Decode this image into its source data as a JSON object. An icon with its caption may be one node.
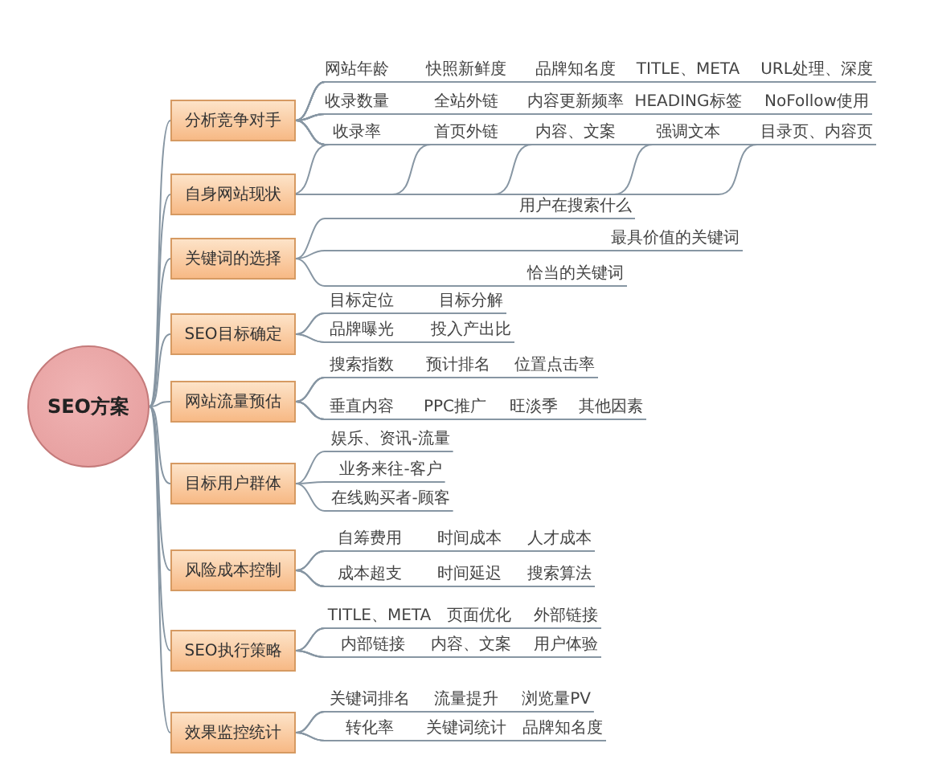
{
  "diagram": {
    "nodes": [
      {
        "text": [
          "SEO方案"
        ]
      },
      {
        "text": [
          "分析竞争对手"
        ]
      },
      {
        "text": [
          "网站年龄"
        ]
      },
      {
        "text": [
          "快照新鲜度"
        ]
      },
      {
        "text": [
          "品牌知名度"
        ]
      },
      {
        "text": [
          "TITLE、META"
        ]
      },
      {
        "text": [
          "URL处理、深度"
        ]
      },
      {
        "text": [
          "收录数量"
        ]
      },
      {
        "text": [
          "全站外链"
        ]
      },
      {
        "text": [
          "内容更新频率"
        ]
      },
      {
        "text": [
          "HEADING标签"
        ]
      },
      {
        "text": [
          "NoFollow使用"
        ]
      },
      {
        "text": [
          "收录率"
        ]
      },
      {
        "text": [
          "首页外链"
        ]
      },
      {
        "text": [
          "内容、文案"
        ]
      },
      {
        "text": [
          "强调文本"
        ]
      },
      {
        "text": [
          "目录页、内容页"
        ]
      },
      {
        "text": [
          "自身网站现状"
        ]
      },
      {
        "text": [
          "关键词的选择"
        ]
      },
      {
        "text": [
          "用户在搜索什么"
        ]
      },
      {
        "text": [
          "最具价值的关键词"
        ]
      },
      {
        "text": [
          "恰当的关键词"
        ]
      },
      {
        "text": [
          "SEO目标确定"
        ]
      },
      {
        "text": [
          "目标定位"
        ]
      },
      {
        "text": [
          "目标分解"
        ]
      },
      {
        "text": [
          "品牌曝光"
        ]
      },
      {
        "text": [
          "投入产出比"
        ]
      },
      {
        "text": [
          "网站流量预估"
        ]
      },
      {
        "text": [
          "搜索指数"
        ]
      },
      {
        "text": [
          "预计排名"
        ]
      },
      {
        "text": [
          "位置点击率"
        ]
      },
      {
        "text": [
          "垂直内容"
        ]
      },
      {
        "text": [
          "PPC推广"
        ]
      },
      {
        "text": [
          "旺淡季"
        ]
      },
      {
        "text": [
          "其他因素"
        ]
      },
      {
        "text": [
          "目标用户群体"
        ]
      },
      {
        "text": [
          "娱乐、资讯-流量"
        ]
      },
      {
        "text": [
          "业务来往-客户"
        ]
      },
      {
        "text": [
          "在线购买者-顾客"
        ]
      },
      {
        "text": [
          "风险成本控制"
        ]
      },
      {
        "text": [
          "自筹费用"
        ]
      },
      {
        "text": [
          "时间成本"
        ]
      },
      {
        "text": [
          "人才成本"
        ]
      },
      {
        "text": [
          "成本超支"
        ]
      },
      {
        "text": [
          "时间延迟"
        ]
      },
      {
        "text": [
          "搜索算法"
        ]
      },
      {
        "text": [
          "SEO执行策略"
        ]
      },
      {
        "text": [
          "TITLE、META"
        ]
      },
      {
        "text": [
          "页面优化"
        ]
      },
      {
        "text": [
          "外部链接"
        ]
      },
      {
        "text": [
          "内部链接"
        ]
      },
      {
        "text": [
          "内容、文案"
        ]
      },
      {
        "text": [
          "用户体验"
        ]
      },
      {
        "text": [
          "效果监控统计"
        ]
      },
      {
        "text": [
          "关键词排名"
        ]
      },
      {
        "text": [
          "流量提升"
        ]
      },
      {
        "text": [
          "浏览量PV"
        ]
      },
      {
        "text": [
          "转化率"
        ]
      },
      {
        "text": [
          "关键词统计"
        ]
      },
      {
        "text": [
          "品牌知名度"
        ]
      }
    ],
    "edges": [
      {
        "from": 0,
        "to": 1,
        "arrow": "none"
      },
      {
        "from": 0,
        "to": 17,
        "arrow": "none"
      },
      {
        "from": 0,
        "to": 18,
        "arrow": "none"
      },
      {
        "from": 0,
        "to": 22,
        "arrow": "none"
      },
      {
        "from": 0,
        "to": 27,
        "arrow": "none"
      },
      {
        "from": 0,
        "to": 35,
        "arrow": "none"
      },
      {
        "from": 0,
        "to": 39,
        "arrow": "none"
      },
      {
        "from": 0,
        "to": 46,
        "arrow": "none"
      },
      {
        "from": 0,
        "to": 53,
        "arrow": "none"
      },
      {
        "from": 1,
        "to": 2,
        "arrow": "none"
      },
      {
        "from": 1,
        "to": 3,
        "arrow": "none"
      },
      {
        "from": 1,
        "to": 4,
        "arrow": "none"
      },
      {
        "from": 1,
        "to": 5,
        "arrow": "none"
      },
      {
        "from": 1,
        "to": 6,
        "arrow": "none"
      },
      {
        "from": 1,
        "to": 7,
        "arrow": "none"
      },
      {
        "from": 1,
        "to": 8,
        "arrow": "none"
      },
      {
        "from": 1,
        "to": 9,
        "arrow": "none"
      },
      {
        "from": 1,
        "to": 10,
        "arrow": "none"
      },
      {
        "from": 1,
        "to": 11,
        "arrow": "none"
      },
      {
        "from": 1,
        "to": 12,
        "arrow": "none"
      },
      {
        "from": 1,
        "to": 13,
        "arrow": "none"
      },
      {
        "from": 1,
        "to": 14,
        "arrow": "none"
      },
      {
        "from": 1,
        "to": 15,
        "arrow": "none"
      },
      {
        "from": 1,
        "to": 16,
        "arrow": "none"
      },
      {
        "from": 17,
        "to": 12,
        "arrow": "none"
      },
      {
        "from": 17,
        "to": 13,
        "arrow": "none"
      },
      {
        "from": 17,
        "to": 14,
        "arrow": "none"
      },
      {
        "from": 17,
        "to": 15,
        "arrow": "none"
      },
      {
        "from": 17,
        "to": 16,
        "arrow": "none"
      },
      {
        "from": 18,
        "to": 19,
        "arrow": "none"
      },
      {
        "from": 18,
        "to": 20,
        "arrow": "none"
      },
      {
        "from": 18,
        "to": 21,
        "arrow": "none"
      },
      {
        "from": 22,
        "to": 23,
        "arrow": "none"
      },
      {
        "from": 22,
        "to": 24,
        "arrow": "none"
      },
      {
        "from": 22,
        "to": 25,
        "arrow": "none"
      },
      {
        "from": 22,
        "to": 26,
        "arrow": "none"
      },
      {
        "from": 27,
        "to": 28,
        "arrow": "none"
      },
      {
        "from": 27,
        "to": 29,
        "arrow": "none"
      },
      {
        "from": 27,
        "to": 30,
        "arrow": "none"
      },
      {
        "from": 27,
        "to": 31,
        "arrow": "none"
      },
      {
        "from": 27,
        "to": 32,
        "arrow": "none"
      },
      {
        "from": 27,
        "to": 33,
        "arrow": "none"
      },
      {
        "from": 27,
        "to": 34,
        "arrow": "none"
      },
      {
        "from": 35,
        "to": 36,
        "arrow": "none"
      },
      {
        "from": 35,
        "to": 37,
        "arrow": "none"
      },
      {
        "from": 35,
        "to": 38,
        "arrow": "none"
      },
      {
        "from": 39,
        "to": 40,
        "arrow": "none"
      },
      {
        "from": 39,
        "to": 41,
        "arrow": "none"
      },
      {
        "from": 39,
        "to": 42,
        "arrow": "none"
      },
      {
        "from": 39,
        "to": 43,
        "arrow": "none"
      },
      {
        "from": 39,
        "to": 44,
        "arrow": "none"
      },
      {
        "from": 39,
        "to": 45,
        "arrow": "none"
      },
      {
        "from": 46,
        "to": 47,
        "arrow": "none"
      },
      {
        "from": 46,
        "to": 48,
        "arrow": "none"
      },
      {
        "from": 46,
        "to": 49,
        "arrow": "none"
      },
      {
        "from": 46,
        "to": 50,
        "arrow": "none"
      },
      {
        "from": 46,
        "to": 51,
        "arrow": "none"
      },
      {
        "from": 46,
        "to": 52,
        "arrow": "none"
      },
      {
        "from": 53,
        "to": 54,
        "arrow": "none"
      },
      {
        "from": 53,
        "to": 55,
        "arrow": "none"
      },
      {
        "from": 53,
        "to": 56,
        "arrow": "none"
      },
      {
        "from": 53,
        "to": 57,
        "arrow": "none"
      },
      {
        "from": 53,
        "to": 58,
        "arrow": "none"
      },
      {
        "from": 53,
        "to": 59,
        "arrow": "none"
      }
    ]
  }
}
